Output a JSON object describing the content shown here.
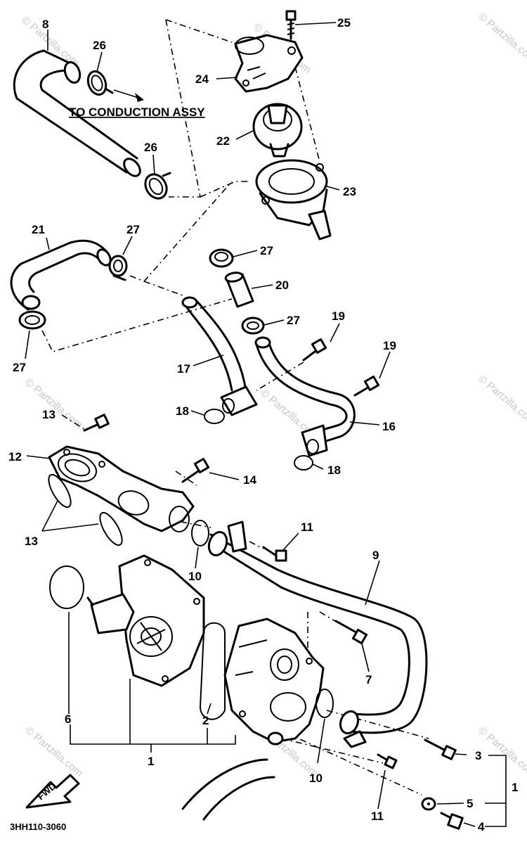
{
  "diagram": {
    "labels": {
      "p1": "1",
      "p2": "2",
      "p3": "3",
      "p4": "4",
      "p5": "5",
      "p6": "6",
      "p7": "7",
      "p8": "8",
      "p9": "9",
      "p10a": "10",
      "p10b": "10",
      "p11a": "11",
      "p11b": "11",
      "p12": "12",
      "p13a": "13",
      "p13b": "13",
      "p14": "14",
      "p16": "16",
      "p17": "17",
      "p18a": "18",
      "p18b": "18",
      "p19a": "19",
      "p19b": "19",
      "p20": "20",
      "p21": "21",
      "p22": "22",
      "p23": "23",
      "p24": "24",
      "p25": "25",
      "p26a": "26",
      "p26b": "26",
      "p27a": "27",
      "p27b": "27",
      "p27c": "27",
      "p27d": "27",
      "p1b": "1"
    },
    "note": "TO CONDUCTION ASSY",
    "code": "3HH110-3060",
    "fwd": "FWD",
    "watermark": "© Partzilla.com"
  }
}
